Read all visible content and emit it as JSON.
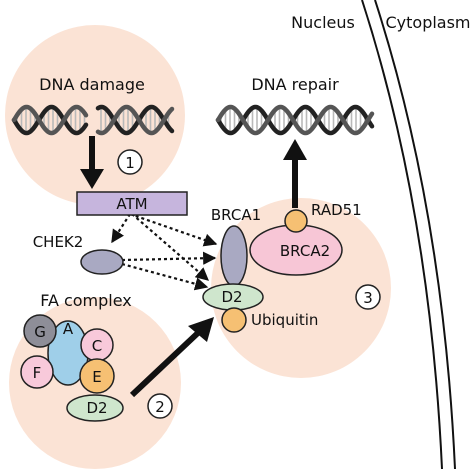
{
  "regions": {
    "nucleus": "Nucleus",
    "cytoplasm": "Cytoplasm"
  },
  "processes": {
    "damage": "DNA damage",
    "repair": "DNA repair"
  },
  "step_badges": [
    "1",
    "2",
    "3"
  ],
  "proteins": {
    "atm": "ATM",
    "chek2": "CHEK2",
    "brca1": "BRCA1",
    "brca2": "BRCA2",
    "rad51": "RAD51",
    "d2": "D2",
    "ubiquitin": "Ubiquitin"
  },
  "fa_complex": {
    "title": "FA complex",
    "subunits": [
      "G",
      "A",
      "C",
      "F",
      "E"
    ],
    "d2": "D2"
  },
  "colors": {
    "circle_fill": "#fbe3d5",
    "atm": "#c6b5dd",
    "chek2_brca1": "#a9a9c2",
    "brca2": "#f7c6d6",
    "rad51_ubiquitin_e": "#f6c073",
    "d2": "#cfe6cd",
    "fa_g": "#8e8e98",
    "fa_a": "#9fcfe9",
    "fa_c_f": "#f8c9da",
    "dna_strand": "#222222",
    "dna_rung": "#b9b9b9"
  }
}
